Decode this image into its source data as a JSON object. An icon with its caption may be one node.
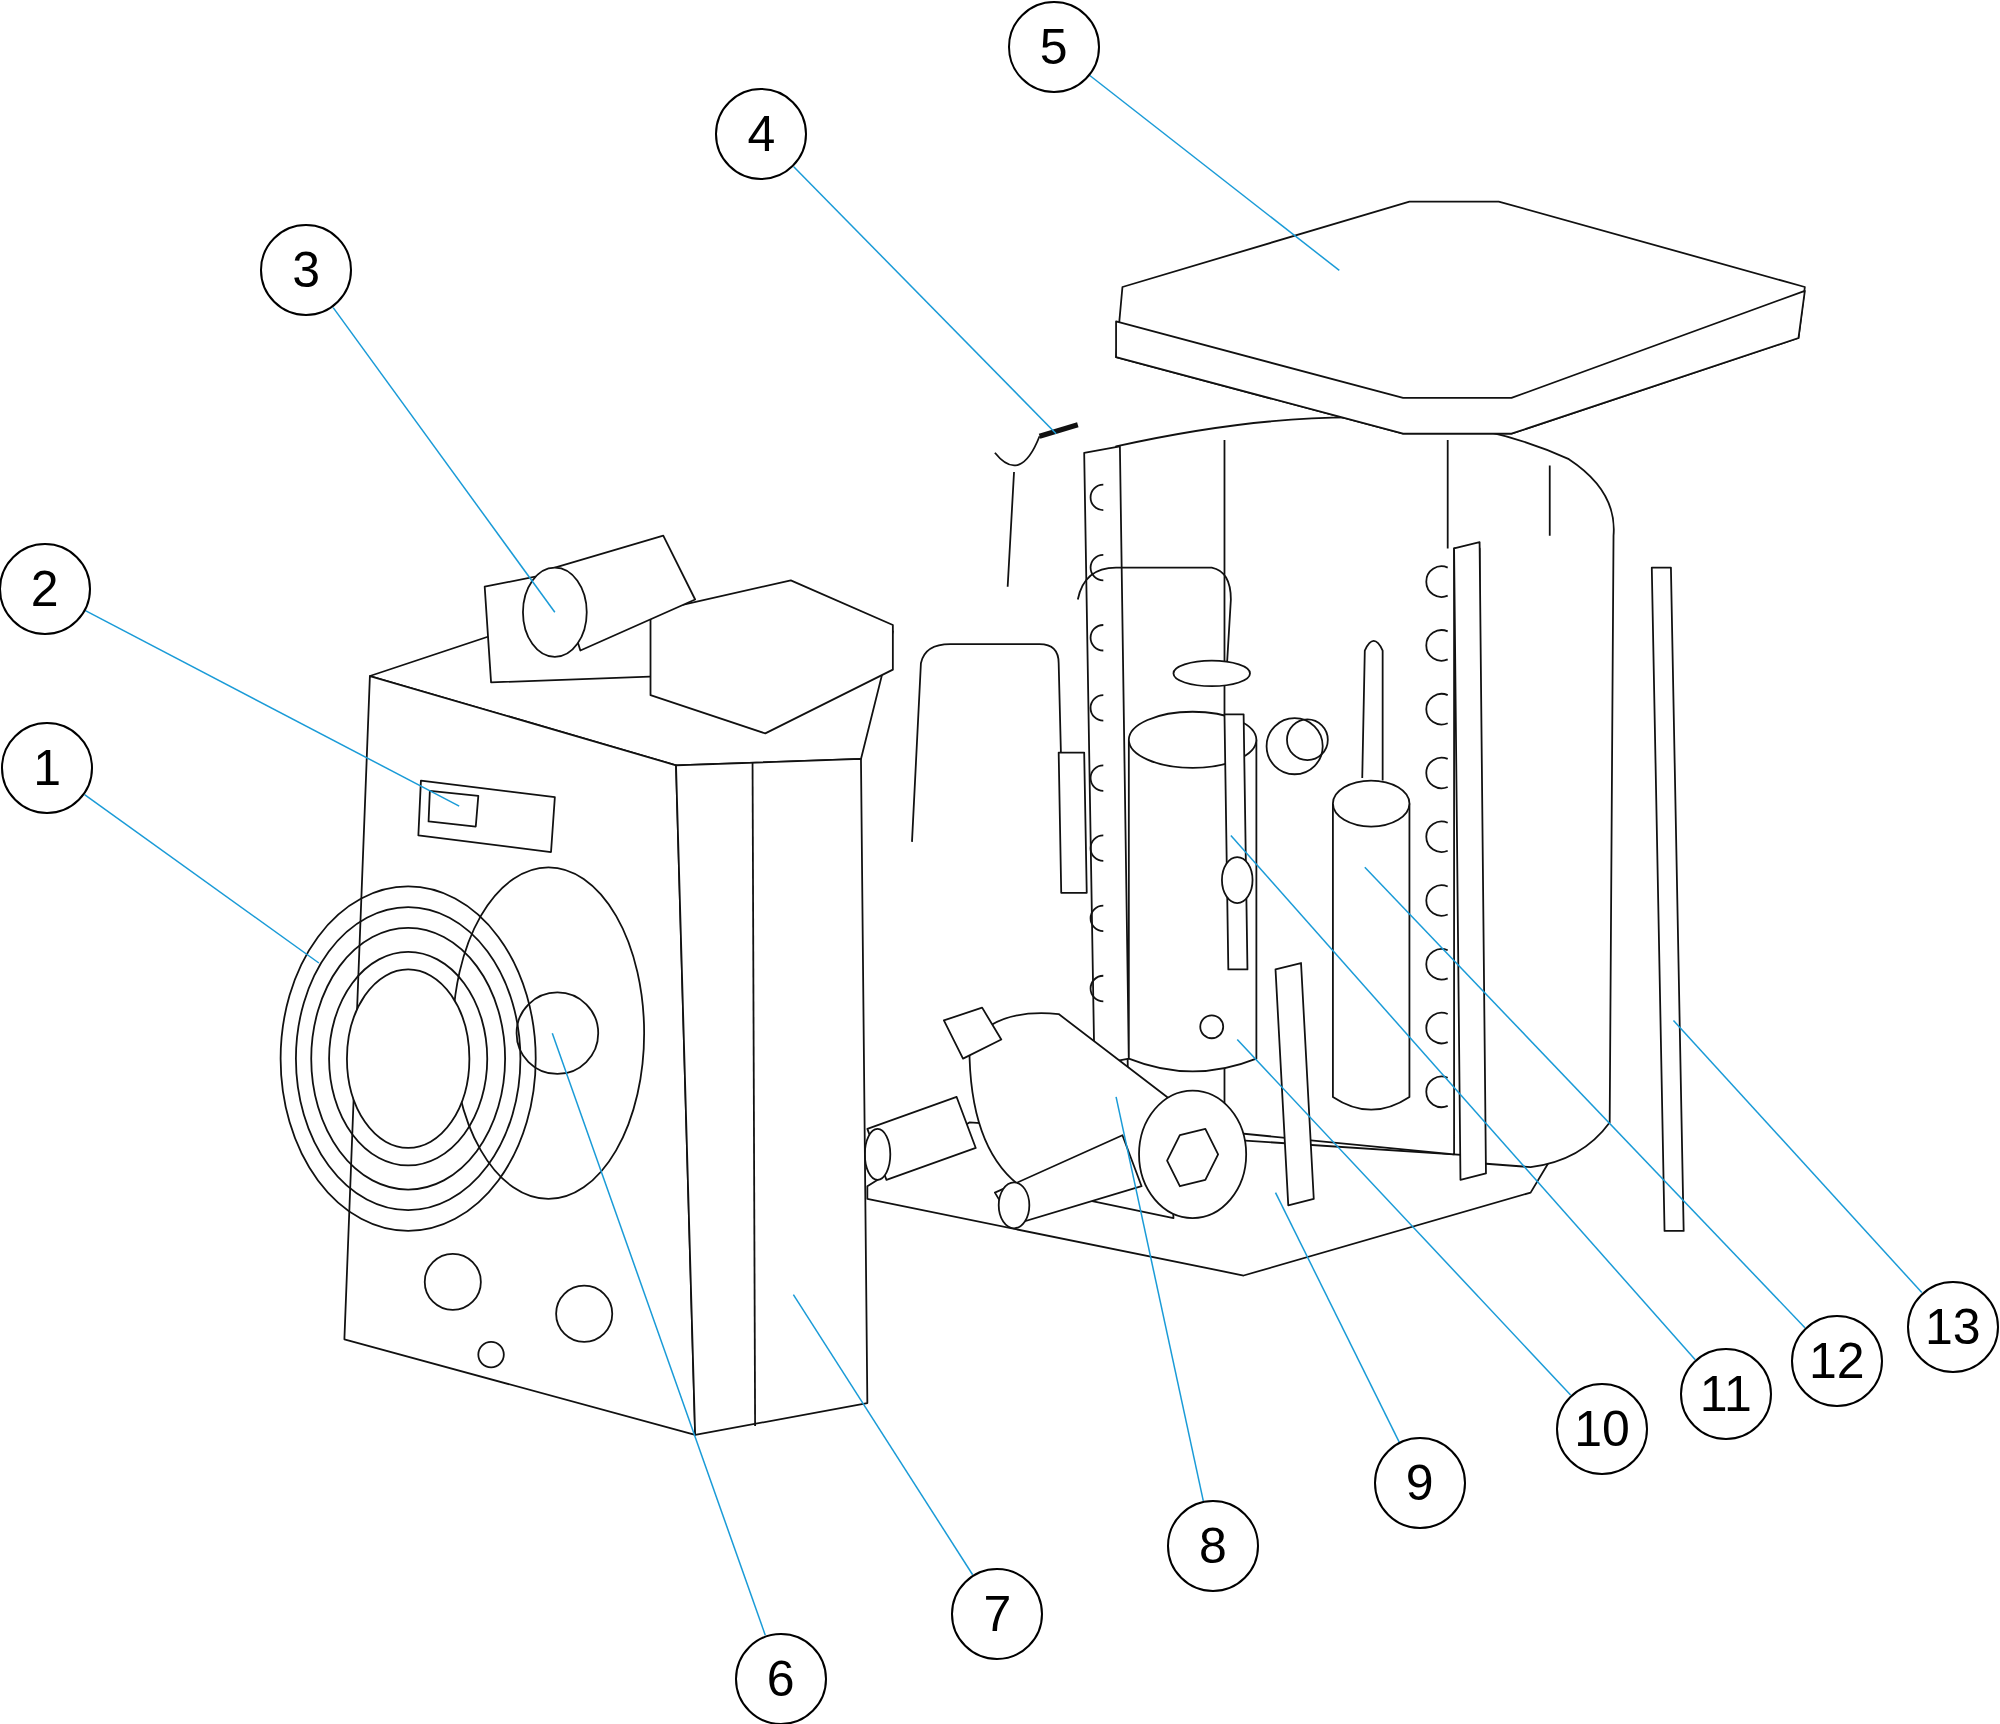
{
  "diagram": {
    "nodes": [
      {
        "text": [
          "1"
        ]
      },
      {
        "text": [
          "2"
        ]
      },
      {
        "text": [
          "3"
        ]
      },
      {
        "text": [
          "4"
        ]
      },
      {
        "text": [
          "5"
        ]
      },
      {
        "text": [
          "6"
        ]
      },
      {
        "text": [
          "7"
        ]
      },
      {
        "text": [
          "8"
        ]
      },
      {
        "text": [
          "9"
        ]
      },
      {
        "text": [
          "10"
        ]
      },
      {
        "text": [
          "11"
        ]
      },
      {
        "text": [
          "12"
        ]
      },
      {
        "text": [
          "13"
        ]
      }
    ],
    "edges": [
      {
        "from": 0,
        "to": null,
        "arrow": "none"
      },
      {
        "from": 1,
        "to": null,
        "arrow": "none"
      },
      {
        "from": 2,
        "to": null,
        "arrow": "none"
      },
      {
        "from": 3,
        "to": null,
        "arrow": "none"
      },
      {
        "from": 4,
        "to": null,
        "arrow": "none"
      },
      {
        "from": 5,
        "to": null,
        "arrow": "none"
      },
      {
        "from": 6,
        "to": null,
        "arrow": "none"
      },
      {
        "from": 7,
        "to": null,
        "arrow": "none"
      },
      {
        "from": 8,
        "to": null,
        "arrow": "none"
      },
      {
        "from": 9,
        "to": null,
        "arrow": "none"
      },
      {
        "from": 10,
        "to": null,
        "arrow": "none"
      },
      {
        "from": 11,
        "to": null,
        "arrow": "none"
      },
      {
        "from": 12,
        "to": null,
        "arrow": "none"
      }
    ]
  }
}
